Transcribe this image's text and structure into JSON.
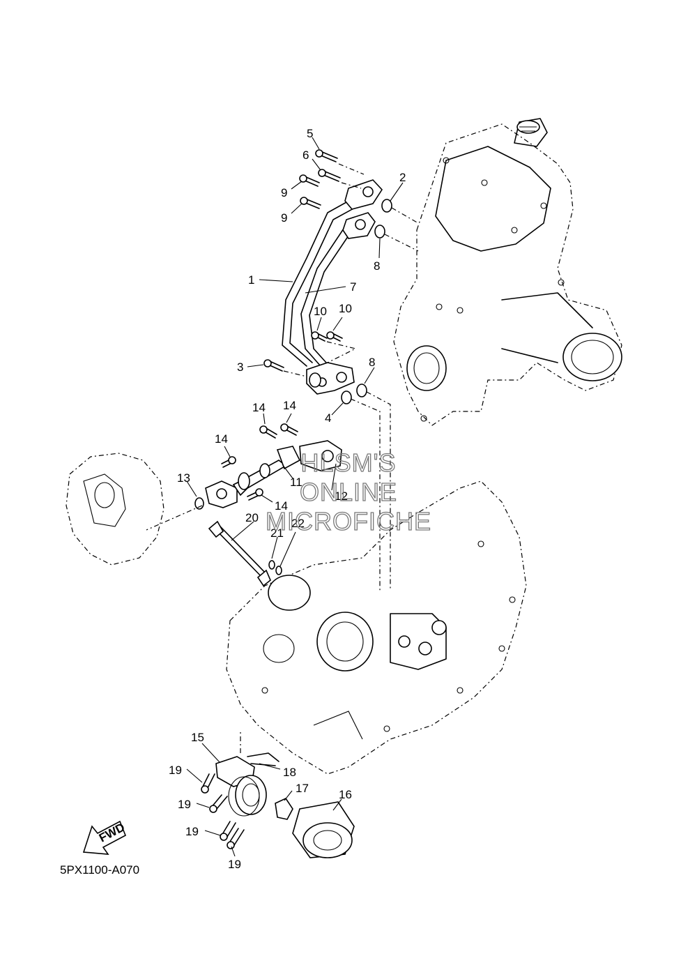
{
  "reference_code": "5PX1100-A070",
  "watermark": [
    "HLSM'S",
    "ONLINE",
    "MICROFICHE"
  ],
  "fwd_label": "FWD",
  "callouts": [
    "5",
    "6",
    "9",
    "9",
    "2",
    "8",
    "1",
    "7",
    "10",
    "10",
    "3",
    "8",
    "4",
    "14",
    "14",
    "14",
    "11",
    "12",
    "13",
    "14",
    "20",
    "21",
    "22",
    "15",
    "18",
    "19",
    "17",
    "16",
    "19",
    "19",
    "19"
  ]
}
